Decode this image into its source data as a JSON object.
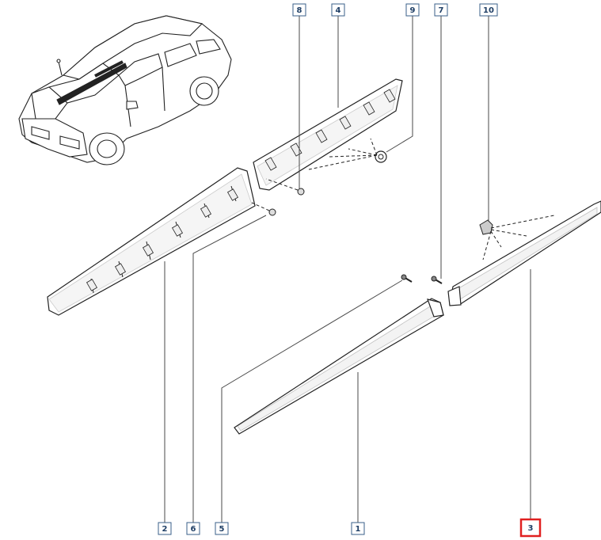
{
  "callouts": [
    {
      "id": "1",
      "label": "1",
      "highlighted": false
    },
    {
      "id": "2",
      "label": "2",
      "highlighted": false
    },
    {
      "id": "3",
      "label": "3",
      "highlighted": true
    },
    {
      "id": "4",
      "label": "4",
      "highlighted": false
    },
    {
      "id": "5",
      "label": "5",
      "highlighted": false
    },
    {
      "id": "6",
      "label": "6",
      "highlighted": false
    },
    {
      "id": "7",
      "label": "7",
      "highlighted": false
    },
    {
      "id": "8",
      "label": "8",
      "highlighted": false
    },
    {
      "id": "9",
      "label": "9",
      "highlighted": false
    },
    {
      "id": "10",
      "label": "10",
      "highlighted": false
    }
  ],
  "colors": {
    "callout_border": "#3a5f8a",
    "callout_text": "#1f3f66",
    "highlight_border": "#e02020",
    "highlight_text": "#1f3f66",
    "line": "#222222"
  },
  "icons": {
    "car": "sedan-car-icon",
    "clip": "fastener-clip-icon",
    "screw": "screw-icon",
    "nut": "nut-icon"
  }
}
